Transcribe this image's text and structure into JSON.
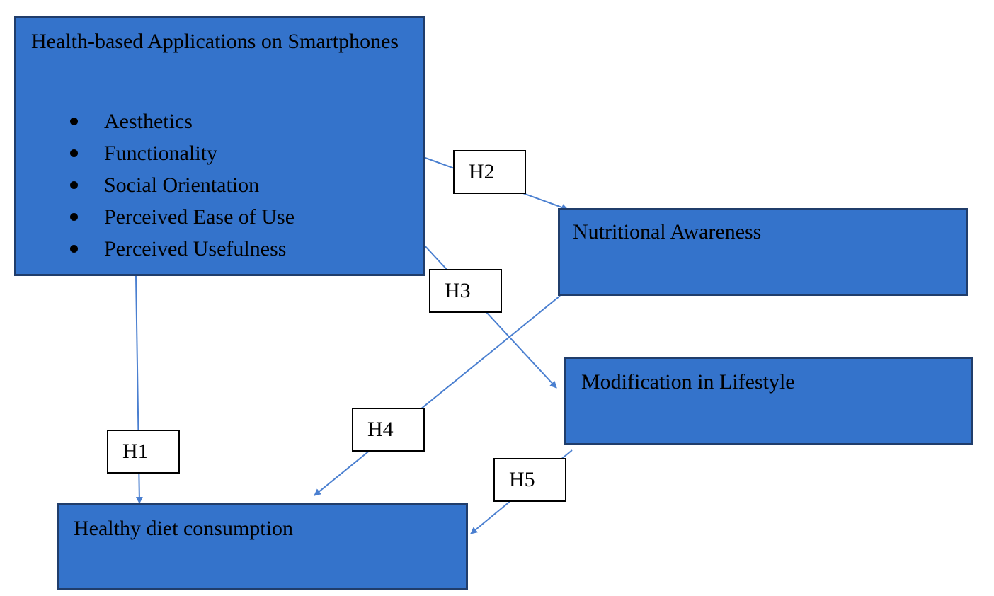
{
  "diagram": {
    "apps_box": {
      "title": "Health-based Applications on Smartphones",
      "items": [
        "Aesthetics",
        "Functionality",
        "Social Orientation",
        "Perceived Ease of Use",
        "Perceived Usefulness"
      ]
    },
    "nutrition_box": {
      "title": "Nutritional Awareness"
    },
    "lifestyle_box": {
      "title": "Modification in Lifestyle"
    },
    "diet_box": {
      "title": "Healthy diet consumption"
    },
    "hypotheses": {
      "h1": "H1",
      "h2": "H2",
      "h3": "H3",
      "h4": "H4",
      "h5": "H5"
    },
    "colors": {
      "box_fill": "#3473cb",
      "box_border": "#203d6b",
      "arrow": "#4a7fd0"
    }
  }
}
